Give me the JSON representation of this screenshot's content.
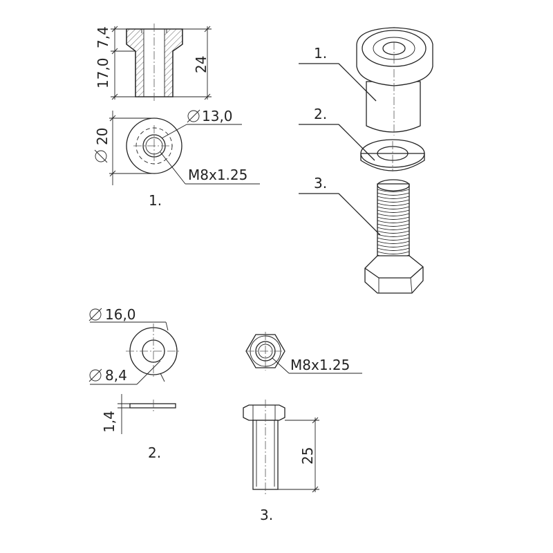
{
  "bushing": {
    "dim_height_total": "17,0",
    "dim_flange": "7,4",
    "dim_length": "24",
    "dim_outer_diameter": "20",
    "dim_bore_diameter": "13,0",
    "thread": "M8x1.25",
    "label": "1."
  },
  "assembly": {
    "callout_1": "1.",
    "callout_2": "2.",
    "callout_3": "3."
  },
  "washer": {
    "dim_outer_diameter": "16,0",
    "dim_inner_diameter": "8,4",
    "dim_thickness": "1,4",
    "label": "2."
  },
  "bolt": {
    "thread": "M8x1.25",
    "dim_length": "25",
    "label": "3."
  },
  "symbols": {
    "diameter_icon": "diameter-symbol"
  }
}
